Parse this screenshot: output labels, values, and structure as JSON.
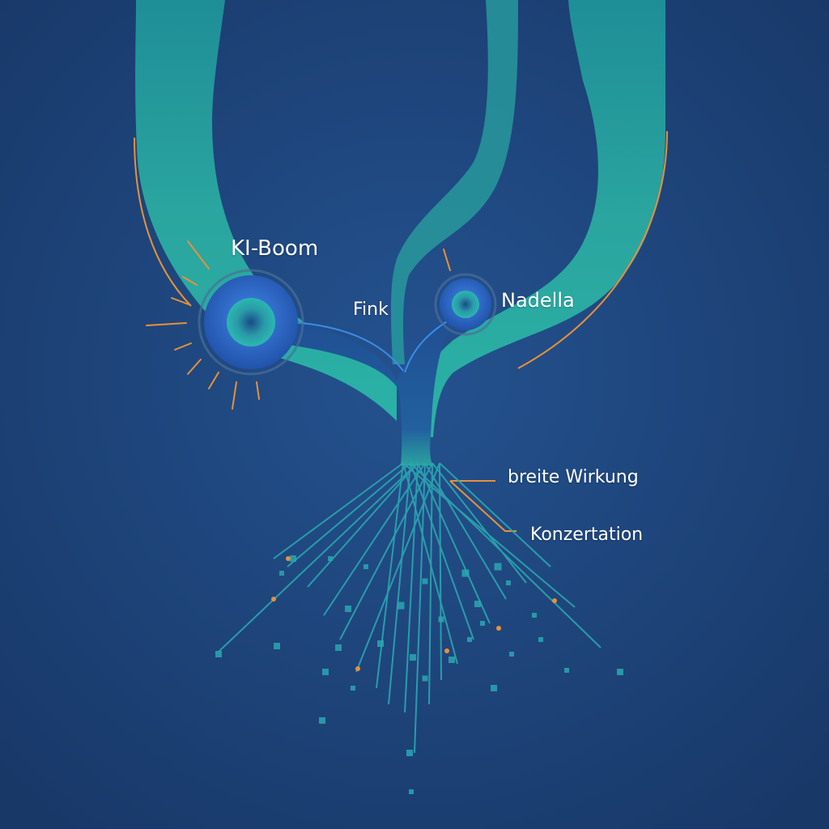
{
  "labels": {
    "ki_boom": "KI-Boom",
    "fink": "Fink",
    "nadella": "Nadella",
    "breite_wirkung": "breite Wirkung",
    "konzertation": "Konzertation"
  },
  "colors": {
    "background": "#1c3f74",
    "stream": "#2aa39e",
    "node": "#2f6fd0",
    "node_core": "#2ab5b0",
    "accent": "#e8913a",
    "text": "#ffffff"
  },
  "icons": [
    "ki-boom-node-icon",
    "nadella-node-icon",
    "burst-rays-icon"
  ]
}
